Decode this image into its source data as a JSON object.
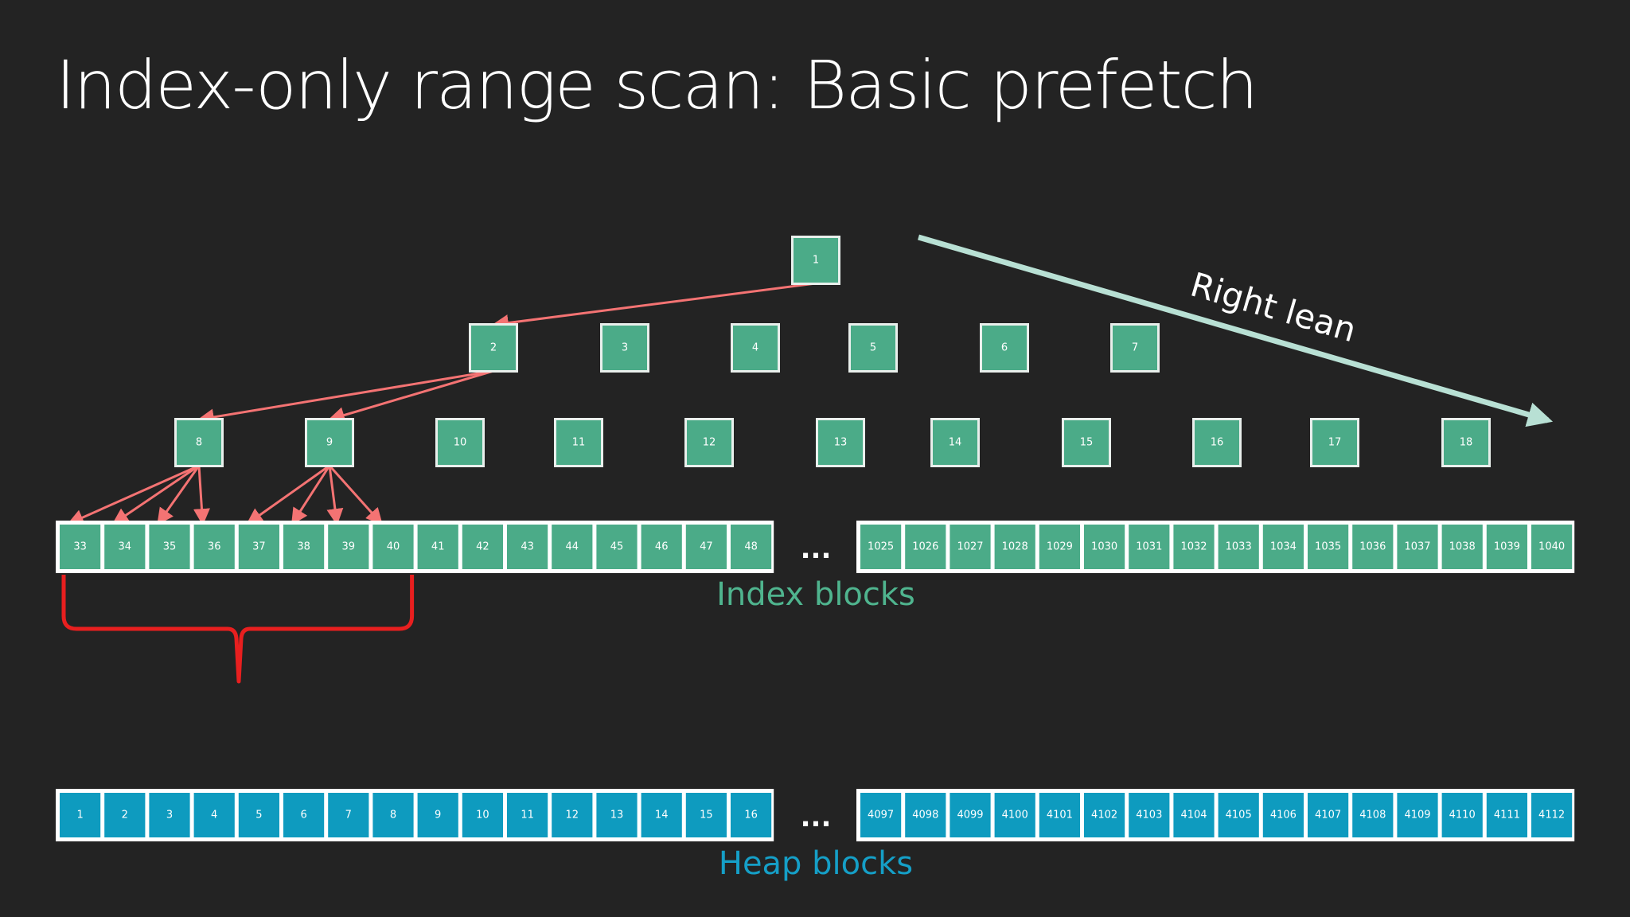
{
  "title": "Index-only range scan: Basic prefetch",
  "colors": {
    "background": "#232323",
    "index_block": "#4bab88",
    "heap_block": "#0e9bbf",
    "block_border": "#ffffff",
    "fetch_arrow": "#f47373",
    "lean_arrow": "#b8e0d4",
    "range_brace": "#e81f1f",
    "index_label": "#4fb48e",
    "heap_label": "#159fc7"
  },
  "tree": {
    "root": [
      "1"
    ],
    "level2": [
      "2",
      "3",
      "4",
      "5",
      "6",
      "7"
    ],
    "level3": [
      "8",
      "9",
      "10",
      "11",
      "12",
      "13",
      "14",
      "15",
      "16",
      "17",
      "18"
    ]
  },
  "index_blocks": {
    "left": [
      "33",
      "34",
      "35",
      "36",
      "37",
      "38",
      "39",
      "40",
      "41",
      "42",
      "43",
      "44",
      "45",
      "46",
      "47",
      "48"
    ],
    "right": [
      "1025",
      "1026",
      "1027",
      "1028",
      "1029",
      "1030",
      "1031",
      "1032",
      "1033",
      "1034",
      "1035",
      "1036",
      "1037",
      "1038",
      "1039",
      "1040"
    ],
    "ellipsis": "...",
    "label": "Index blocks"
  },
  "heap_blocks": {
    "left": [
      "1",
      "2",
      "3",
      "4",
      "5",
      "6",
      "7",
      "8",
      "9",
      "10",
      "11",
      "12",
      "13",
      "14",
      "15",
      "16"
    ],
    "right": [
      "4097",
      "4098",
      "4099",
      "4100",
      "4101",
      "4102",
      "4103",
      "4104",
      "4105",
      "4106",
      "4107",
      "4108",
      "4109",
      "4110",
      "4111",
      "4112"
    ],
    "ellipsis": "...",
    "label": "Heap blocks"
  },
  "lean_label": "Right lean",
  "fetch_arrows": [
    {
      "from": "1",
      "to": "2"
    },
    {
      "from": "2",
      "to": "8"
    },
    {
      "from": "2",
      "to": "9"
    },
    {
      "from": "8",
      "to": "33"
    },
    {
      "from": "8",
      "to": "34"
    },
    {
      "from": "8",
      "to": "35"
    },
    {
      "from": "8",
      "to": "36"
    },
    {
      "from": "9",
      "to": "37"
    },
    {
      "from": "9",
      "to": "38"
    },
    {
      "from": "9",
      "to": "39"
    },
    {
      "from": "9",
      "to": "40"
    }
  ],
  "range_brace": {
    "from": "33",
    "to": "40"
  }
}
